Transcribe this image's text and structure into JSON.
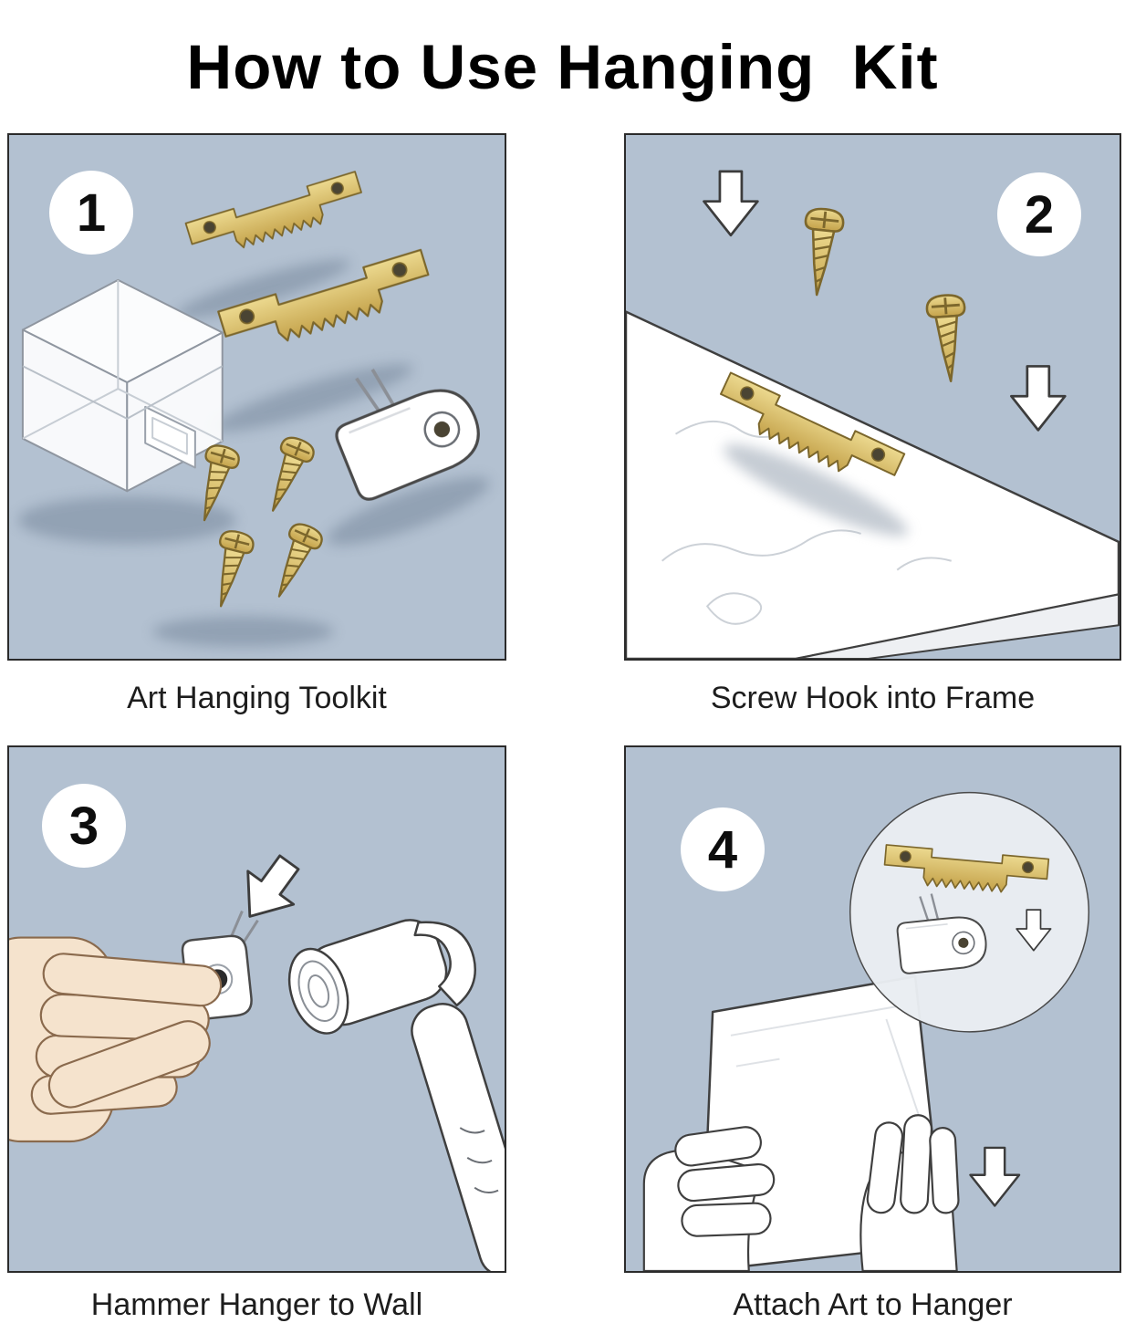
{
  "title": "How to Use Hanging  Kit",
  "colors": {
    "background": "#ffffff",
    "panel_background": "#b3c1d1",
    "panel_border": "#2b2b2b",
    "brass": "#d8bb68",
    "text": "#1d1d1d"
  },
  "steps": [
    {
      "number": "1",
      "caption": "Art Hanging Toolkit",
      "elements": [
        "storage-box-icon",
        "sawtooth-hanger-icon",
        "sawtooth-hanger-icon",
        "screw-icon",
        "screw-icon",
        "screw-icon",
        "screw-icon",
        "hanging-hook-icon"
      ]
    },
    {
      "number": "2",
      "caption": "Screw Hook into Frame",
      "elements": [
        "frame-board",
        "sawtooth-hanger-icon",
        "screw-icon",
        "screw-icon",
        "down-arrow-icon",
        "down-arrow-icon"
      ]
    },
    {
      "number": "3",
      "caption": "Hammer Hanger to Wall",
      "elements": [
        "hand",
        "wall-hanger-icon",
        "hammer-icon",
        "down-arrow-icon"
      ]
    },
    {
      "number": "4",
      "caption": "Attach Art to Hanger",
      "elements": [
        "picture-frame",
        "left-hand",
        "right-hand",
        "zoom-circle",
        "sawtooth-hanger-icon",
        "hanging-hook-icon",
        "down-arrow-icon",
        "down-arrow-icon"
      ]
    }
  ]
}
